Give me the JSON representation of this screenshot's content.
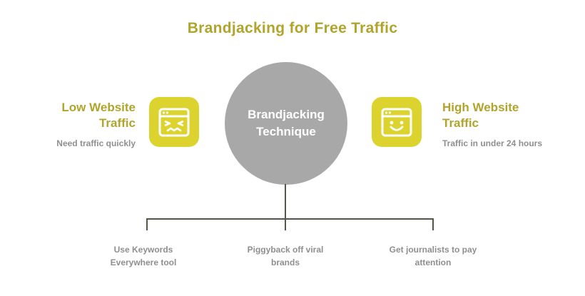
{
  "title": "Brandjacking for Free Traffic",
  "center_node": {
    "label": "Brandjacking Technique"
  },
  "left_node": {
    "heading": "Low Website Traffic",
    "subtext": "Need traffic quickly",
    "icon": "frustrated-browser-icon"
  },
  "right_node": {
    "heading": "High Website Traffic",
    "subtext": "Traffic in under 24 hours",
    "icon": "happy-browser-icon"
  },
  "branches": [
    {
      "label": "Use Keywords Everywhere tool"
    },
    {
      "label": "Piggyback off viral brands"
    },
    {
      "label": "Get journalists to pay attention"
    }
  ],
  "colors": {
    "accent_yellow": "#b1a42c",
    "icon_yellow": "#ddd32e",
    "circle_gray": "#a8a8a8",
    "text_gray": "#8f8f8f",
    "line": "#55554a"
  }
}
